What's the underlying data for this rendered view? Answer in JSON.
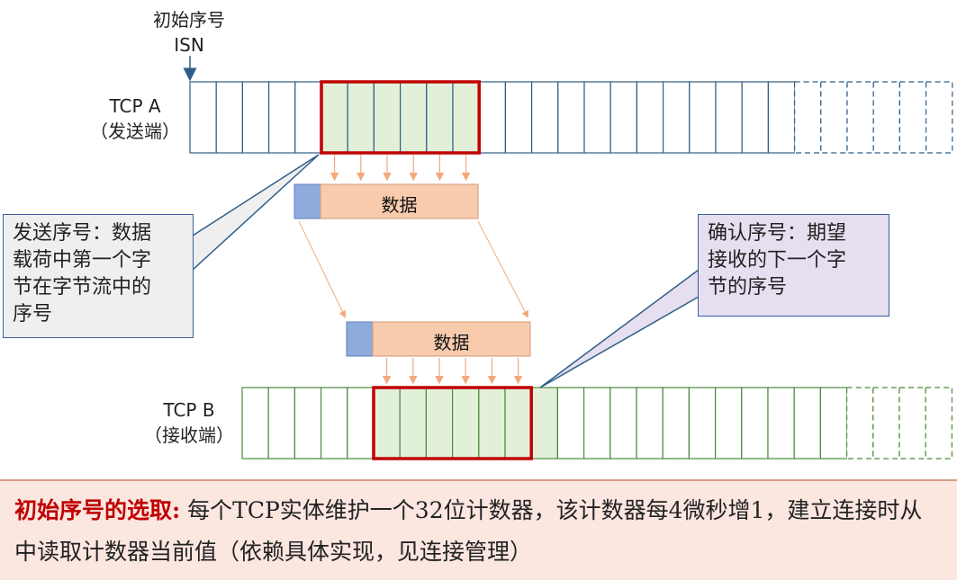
{
  "isn_label_line1": "初始序号",
  "isn_label_line2": "ISN",
  "tcp_a": {
    "name": "TCP A",
    "role": "（发送端）"
  },
  "tcp_b": {
    "name": "TCP B",
    "role": "（接收端）"
  },
  "packet_label": "数据",
  "callout_send": "发送序号：数据\n载荷中第一个字\n节在字节流中的\n序号",
  "callout_ack": "确认序号：期望\n接收的下一个字\n节的序号",
  "footer": {
    "title": "初始序号的选取:",
    "body": " 每个TCP实体维护一个32位计数器，该计数器每4微秒增1，建立连接时从中读取计数器当前值（依赖具体实现，见连接管理）"
  },
  "colors": {
    "sender_border": "#2e5e87",
    "receiver_border": "#4c8a3c",
    "highlight": "#c00000",
    "cell_fill": "#e2f0d9",
    "packet_header": "#8faadc",
    "packet_body": "#f8cbad",
    "arrow": "#f4a97b"
  }
}
